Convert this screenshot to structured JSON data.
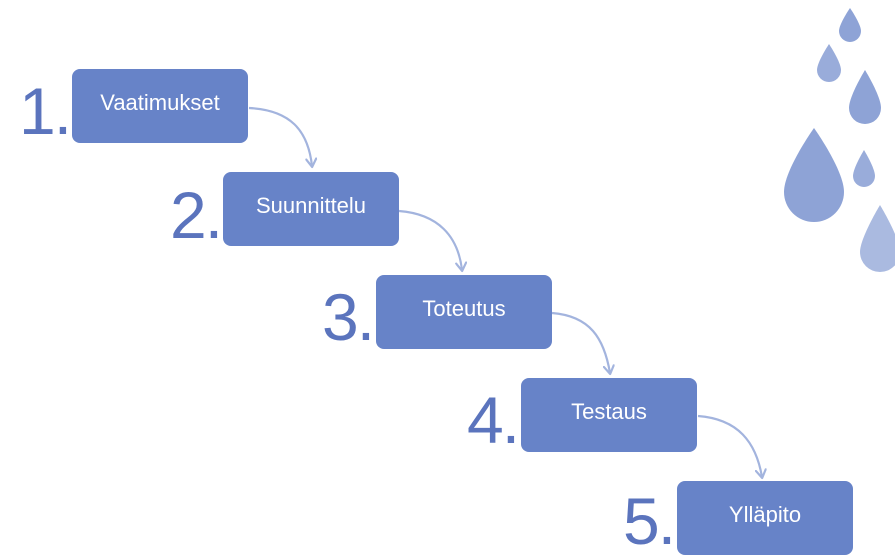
{
  "steps": [
    {
      "number": "1.",
      "label": "Vaatimukset"
    },
    {
      "number": "2.",
      "label": "Suunnittelu"
    },
    {
      "number": "3.",
      "label": "Toteutus"
    },
    {
      "number": "4.",
      "label": "Testaus"
    },
    {
      "number": "5.",
      "label": "Ylläpito"
    }
  ],
  "colors": {
    "box": "#6783c8",
    "number": "#5b74bd",
    "arrow": "#a3b4de",
    "drop": "#8ea3d6"
  },
  "decoration": {
    "icon": "water-drops-icon"
  }
}
